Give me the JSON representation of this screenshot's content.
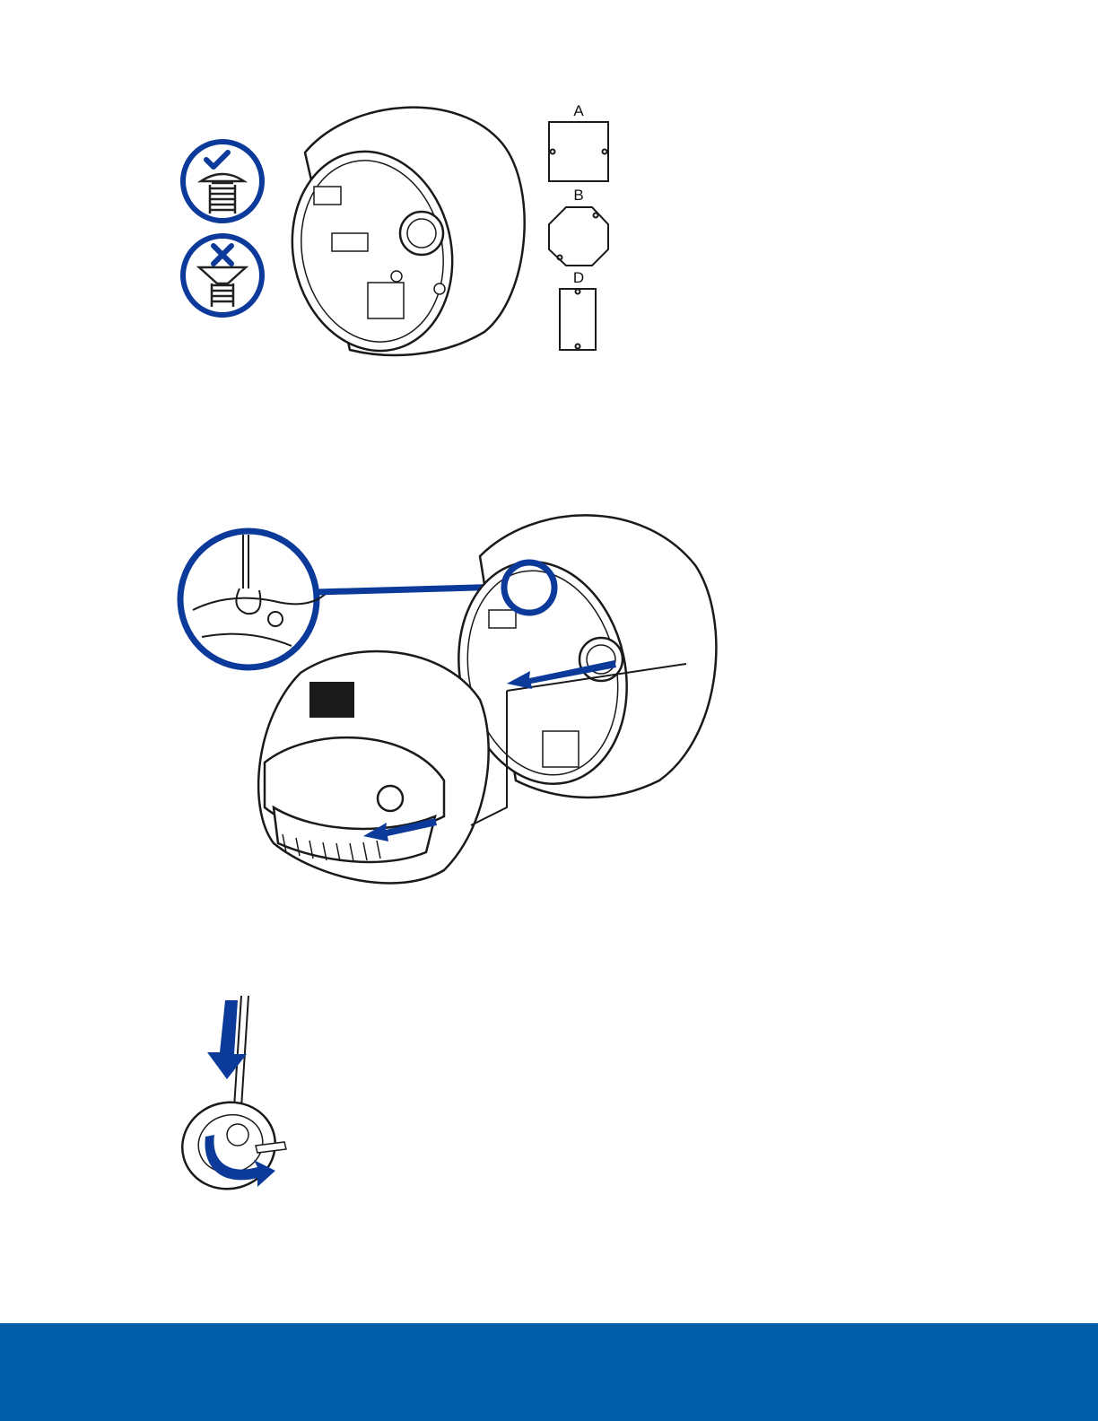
{
  "colors": {
    "accent": "#0b3a9a",
    "footer": "#005ea8",
    "line": "#1a1a1a"
  },
  "figure1": {
    "screw_ok_icon": "check-icon",
    "screw_bad_icon": "x-icon",
    "boxes": [
      {
        "label": "A",
        "shape": "square-box"
      },
      {
        "label": "B",
        "shape": "octagon-box"
      },
      {
        "label": "D",
        "shape": "single-gang-box"
      }
    ]
  },
  "figure2": {
    "detail_icon": "tether-detail-magnify"
  },
  "figure3": {
    "push_icon": "arrow-down-icon",
    "turn_icon": "arrow-turn-icon"
  }
}
